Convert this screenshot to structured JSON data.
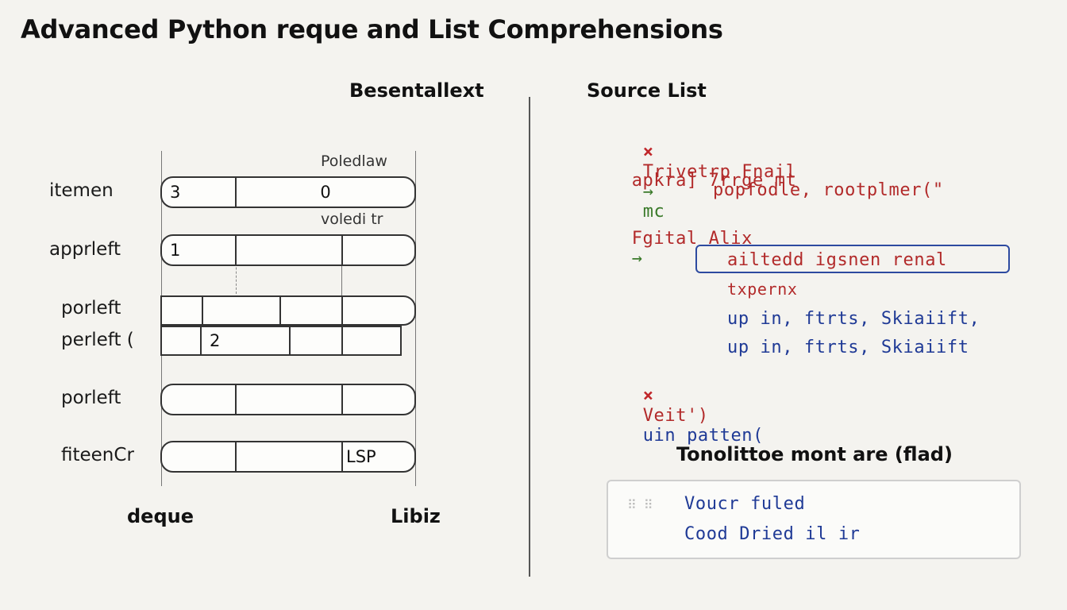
{
  "title": "Advanced Python reque and List Comprehensions",
  "left_panel": {
    "heading": "Besentallext",
    "annotations": [
      "Poledlaw",
      "voledi tr"
    ],
    "rows": [
      {
        "label": "itemen",
        "cells": [
          "3",
          "0"
        ]
      },
      {
        "label": "apprleft",
        "cells": [
          "1",
          "",
          ""
        ]
      },
      {
        "label": "porleft",
        "cells": [
          "",
          "",
          "",
          ""
        ]
      },
      {
        "label": "perleft (",
        "cells": [
          "",
          "2",
          "",
          ""
        ]
      },
      {
        "label": "porleft",
        "cells": [
          "",
          "",
          ""
        ]
      },
      {
        "label": "fiteenCr",
        "cells": [
          "",
          "",
          "LSP"
        ]
      }
    ],
    "bottom_labels": [
      "deque",
      "Libiz"
    ]
  },
  "right_panel": {
    "heading": "Source List",
    "code_lines": [
      {
        "marker": "×",
        "text": "Trivetrp Fnail",
        "arrow": "→",
        "tail": "mc"
      },
      {
        "text": "apkra] 7rrge mt"
      },
      {
        "text": "popfodle, rootplmer(\""
      },
      {
        "text": "Fgital Alix",
        "arrow": "→"
      },
      {
        "text": "ailtedd igsnen renal"
      },
      {
        "text": "txpernx"
      },
      {
        "text": "up in, ftrts, Skiaiift,"
      },
      {
        "text": "up in, ftrts, Skiaiift"
      },
      {
        "marker": "×",
        "text": "Veit')",
        "tail": "uin patten("
      }
    ],
    "output_heading": "Tonolittoe mont are (flad)",
    "output_lines": [
      "Voucr fuled",
      "Cood Dried il ir"
    ]
  },
  "colors": {
    "red": "#b22a2a",
    "green": "#3a7a2a",
    "blue": "#1f3a96"
  }
}
